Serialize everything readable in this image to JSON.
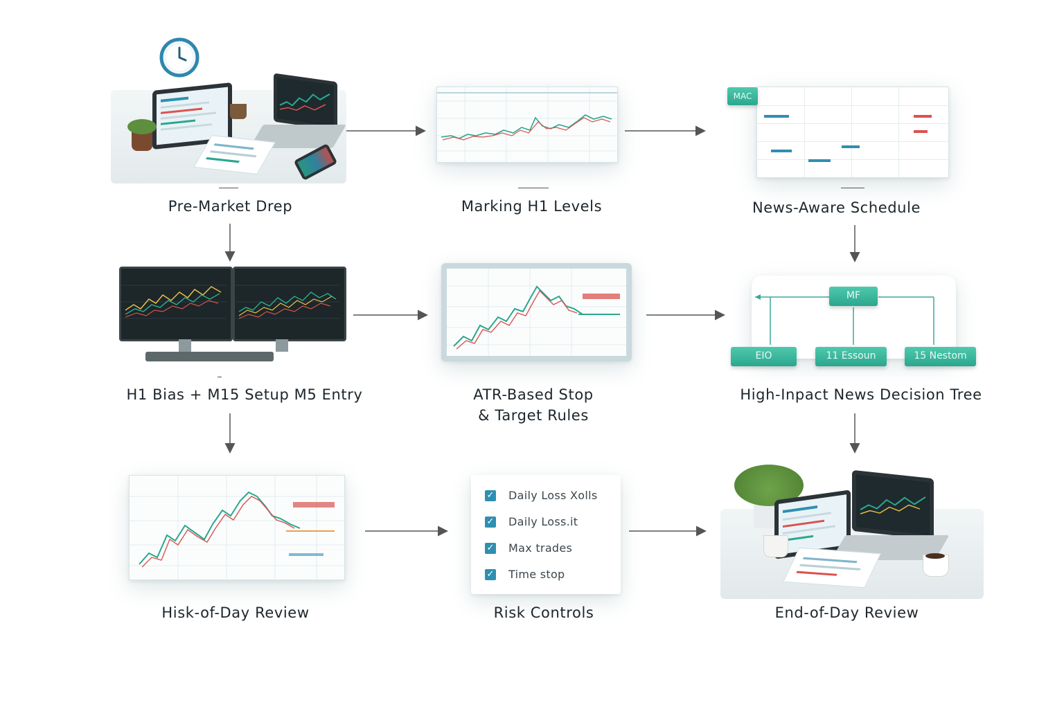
{
  "steps": {
    "premarket": {
      "label": "Pre-Market Drep"
    },
    "h1levels": {
      "label": "Marking H1 Levels"
    },
    "schedule": {
      "label": "News-Aware Schedule",
      "badge": "MAC"
    },
    "bias": {
      "label": "H1 Bias + M15 Setup M5 Entry"
    },
    "atr": {
      "label_line1": "ATR-Based Stop",
      "label_line2": "& Target Rules"
    },
    "tree": {
      "label": "High-Inpact News Decision Tree",
      "root": "MF",
      "leaves": [
        "EIO",
        "11 Essoun",
        "15 Nestom"
      ]
    },
    "hisk": {
      "label": "Hisk-of-Day Review"
    },
    "risk": {
      "label": "Risk Controls",
      "items": [
        "Daily Loss Xolls",
        "Daily Loss.it",
        "Max trades",
        "Time stop"
      ]
    },
    "eod": {
      "label": "End-of-Day Review"
    }
  },
  "icons": {
    "clock": "clock-icon",
    "check": "check-icon",
    "arrow": "arrow-right-icon"
  },
  "colors": {
    "teal": "#2aa78e",
    "blue": "#2f8fb0",
    "candle_up": "#2aa78e",
    "candle_down": "#d9534f",
    "arrow": "#555555"
  }
}
